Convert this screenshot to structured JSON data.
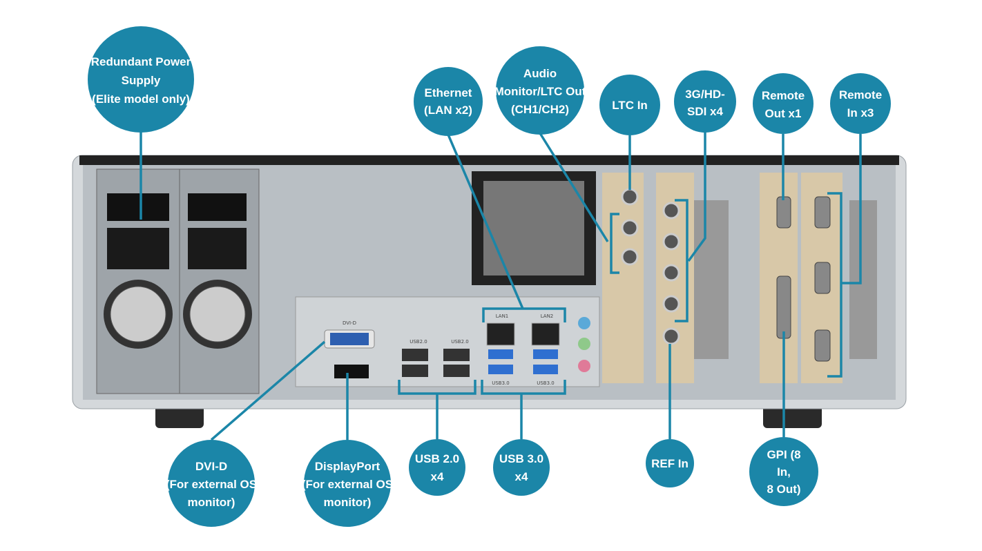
{
  "colors": {
    "callout": "#1b86a8",
    "chassis": "#c9ced2",
    "panel": "#b8bec3"
  },
  "callouts": {
    "psu": [
      "Redundant Power",
      "Supply",
      "(Elite model only)"
    ],
    "ethernet": [
      "Ethernet",
      "(LAN x2)"
    ],
    "audio": [
      "Audio",
      "Monitor/LTC Out",
      "(CH1/CH2)"
    ],
    "ltc_in": [
      "LTC In"
    ],
    "sdi": [
      "3G/HD-",
      "SDI x4"
    ],
    "remote_out": [
      "Remote",
      "Out x1"
    ],
    "remote_in": [
      "Remote",
      "In x3"
    ],
    "dvi": [
      "DVI-D",
      "(For external OS",
      "monitor)"
    ],
    "displayport": [
      "DisplayPort",
      "(For external OS",
      "monitor)"
    ],
    "usb2": [
      "USB 2.0",
      "x4"
    ],
    "usb3": [
      "USB 3.0",
      "x4"
    ],
    "ref_in": [
      "REF In"
    ],
    "gpi": [
      "GPI (8",
      "In,",
      "8 Out)"
    ]
  },
  "port_labels": {
    "dvi": "DVI-D",
    "usb2_a": "USB2.0",
    "usb2_b": "USB2.0",
    "lan1": "LAN1",
    "lan2": "LAN2",
    "usb3_a": "USB3.0",
    "usb3_b": "USB3.0"
  }
}
